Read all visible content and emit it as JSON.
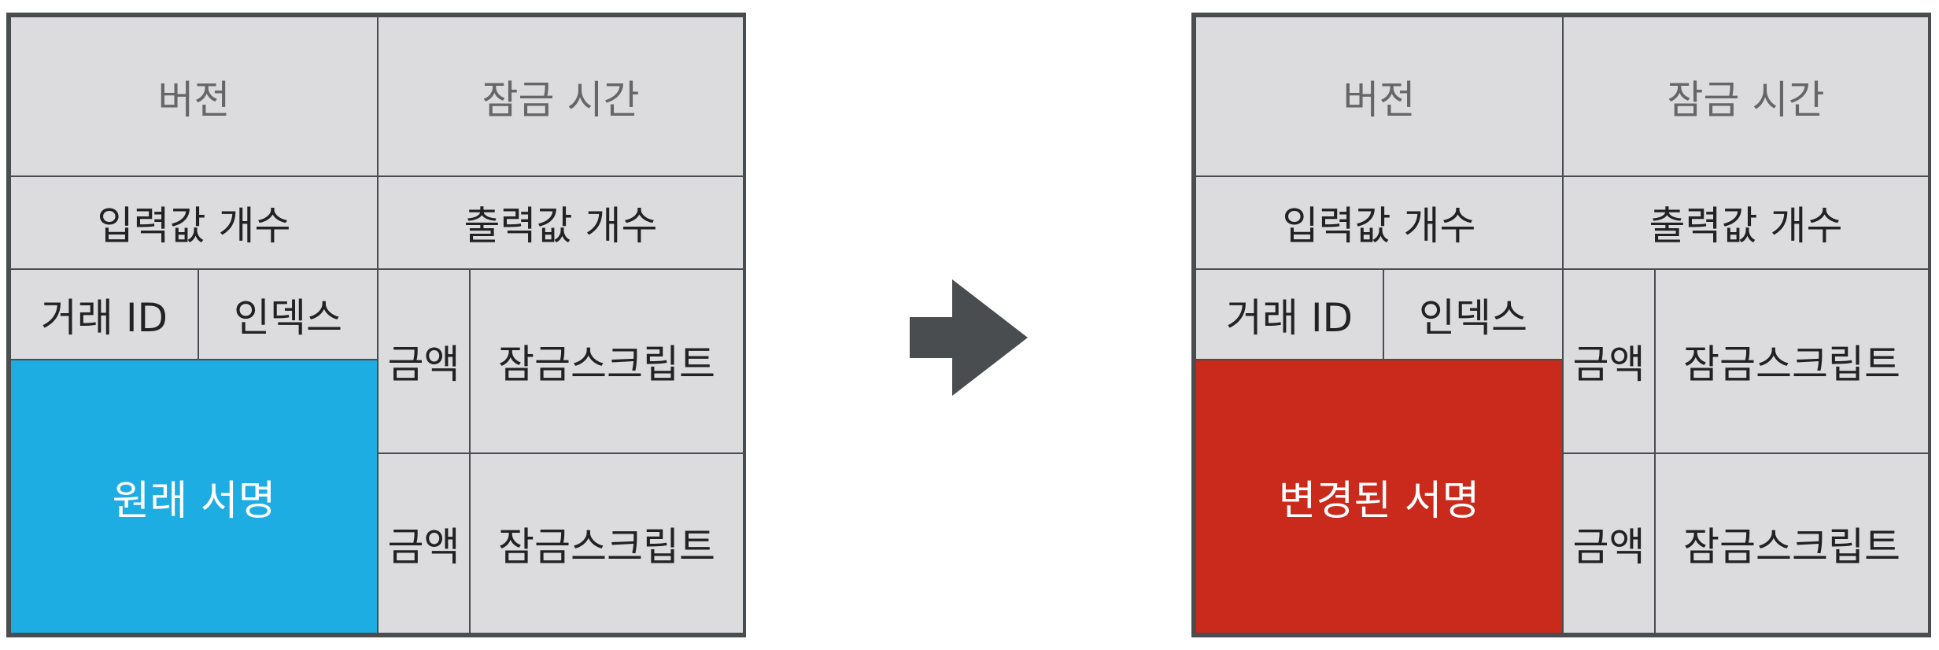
{
  "colors": {
    "cell_bg": "#dcdcdf",
    "border": "#4a4d4f",
    "original_signature": "#1eade3",
    "modified_signature": "#c92a1b",
    "arrow": "#4a4d4f"
  },
  "left_transaction": {
    "version": "버전",
    "lock_time": "잠금 시간",
    "input_count": "입력값 개수",
    "output_count": "출력값 개수",
    "tx_id": "거래 ID",
    "index": "인덱스",
    "signature": "원래 서명",
    "outputs": [
      {
        "amount": "금액",
        "script": "잠금스크립트"
      },
      {
        "amount": "금액",
        "script": "잠금스크립트"
      }
    ]
  },
  "right_transaction": {
    "version": "버전",
    "lock_time": "잠금 시간",
    "input_count": "입력값 개수",
    "output_count": "출력값 개수",
    "tx_id": "거래 ID",
    "index": "인덱스",
    "signature": "변경된 서명",
    "outputs": [
      {
        "amount": "금액",
        "script": "잠금스크립트"
      },
      {
        "amount": "금액",
        "script": "잠금스크립트"
      }
    ]
  },
  "arrow_icon": "right-arrow-icon"
}
